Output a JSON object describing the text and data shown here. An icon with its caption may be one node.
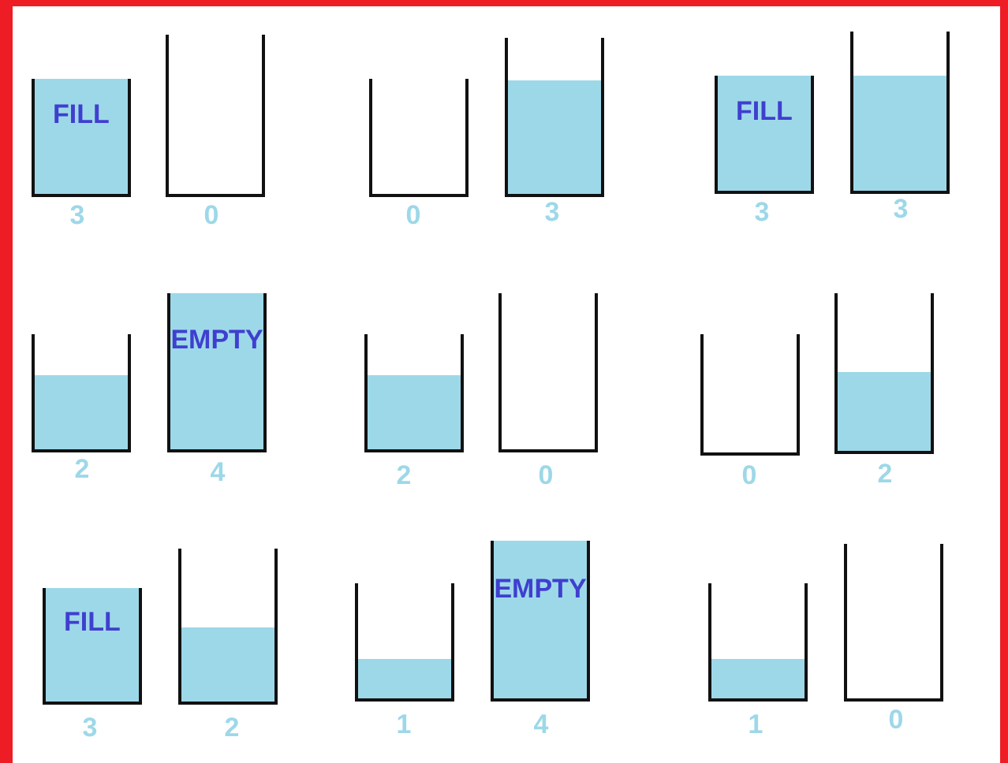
{
  "diagram": {
    "nodes": [
      {
        "text": [
          "FILL"
        ],
        "beside": [
          "3"
        ]
      },
      {
        "text": [],
        "shape": "box",
        "beside": [
          "0"
        ]
      },
      {
        "text": [],
        "shape": "box",
        "beside": [
          "0"
        ]
      },
      {
        "text": [],
        "shape": "box",
        "beside": [
          "3"
        ]
      },
      {
        "text": [
          "FILL"
        ],
        "beside": [
          "3"
        ]
      },
      {
        "text": [],
        "shape": "box",
        "beside": [
          "3"
        ]
      },
      {
        "text": [],
        "shape": "box",
        "beside": [
          "2"
        ]
      },
      {
        "text": [
          "EMPTY"
        ],
        "beside": [
          "4"
        ]
      },
      {
        "text": [],
        "shape": "box",
        "beside": [
          "2"
        ]
      },
      {
        "text": [],
        "shape": "box",
        "beside": [
          "0"
        ]
      },
      {
        "text": [],
        "shape": "box",
        "beside": [
          "0"
        ]
      },
      {
        "text": [],
        "shape": "box",
        "beside": [
          "2"
        ]
      },
      {
        "text": [
          "FILL"
        ],
        "beside": [
          "3"
        ]
      },
      {
        "text": [],
        "shape": "box",
        "beside": [
          "2"
        ]
      },
      {
        "text": [],
        "shape": "box",
        "beside": [
          "1"
        ]
      },
      {
        "text": [
          "EMPTY"
        ],
        "beside": [
          "4"
        ]
      },
      {
        "text": [],
        "shape": "box",
        "beside": [
          "1"
        ]
      },
      {
        "text": [],
        "shape": "box",
        "beside": [
          "0"
        ]
      }
    ]
  }
}
